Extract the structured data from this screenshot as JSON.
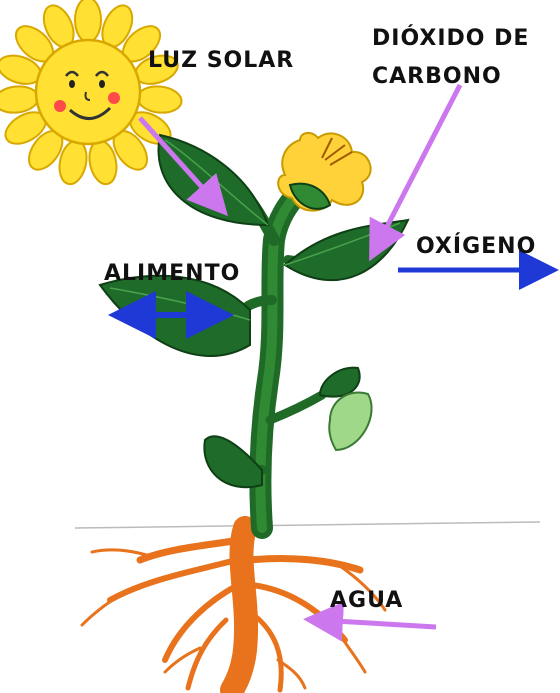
{
  "labels": {
    "sunlight": "LUZ SOLAR",
    "co2_line1": "DIÓXIDO DE",
    "co2_line2": "CARBONO",
    "oxygen": "OXÍGENO",
    "food": "ALIMENTO",
    "water": "AGUA"
  },
  "colors": {
    "arrow_input": "#cc77ee",
    "arrow_output": "#1f39d6",
    "leaf": "#1e6b2a",
    "stem": "#2d7a2e",
    "root": "#e8731c",
    "sun": "#ffe033",
    "flower": "#ffd23a"
  },
  "icons": {
    "sun": "sun-icon",
    "flower": "flower-icon"
  }
}
